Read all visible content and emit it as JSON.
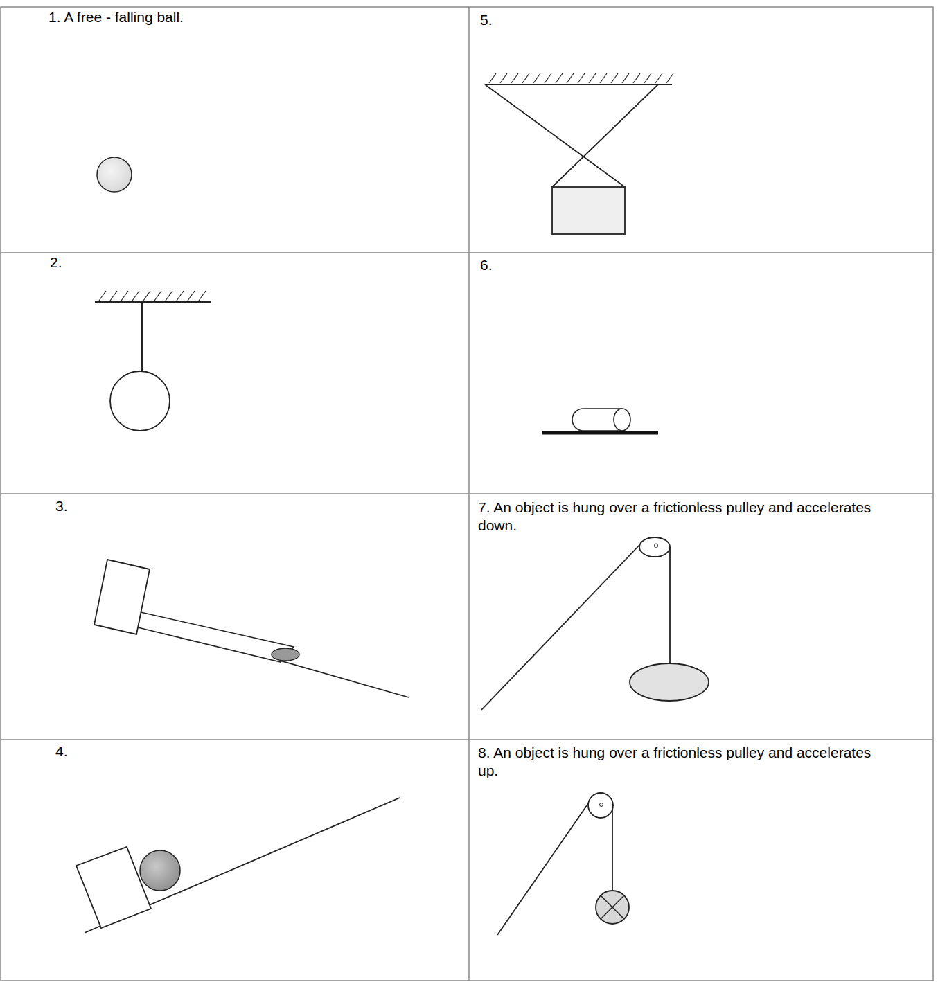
{
  "diagram": {
    "labels": [
      "1.   A free - falling ball.",
      "5.",
      "2.",
      "6.",
      "3.",
      "7. An object is hung over a frictionless pulley and accelerates down.",
      "4.",
      "8. An object is hung over a frictionless pulley and accelerates up."
    ]
  }
}
